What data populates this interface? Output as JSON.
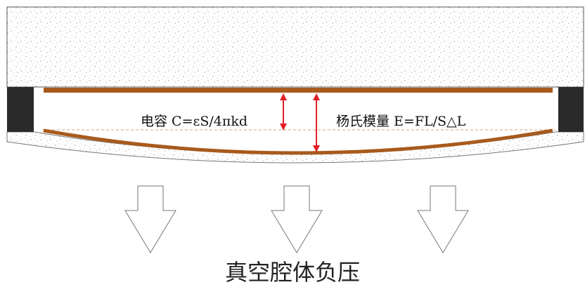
{
  "diagram": {
    "capacitance_formula": "电容 C=εS/4πkd",
    "youngs_modulus_formula": "杨氏模量 E=FL/S△L",
    "caption": "真空腔体负压"
  },
  "colors": {
    "plate": "#A85A1C",
    "arrow_red": "#E21E26",
    "spacer": "#2A2A2A",
    "substrate_speckle": "#9a9a9a",
    "outline": "#555555"
  },
  "icons": [
    "down-arrow-icon",
    "down-arrow-icon",
    "down-arrow-icon"
  ]
}
